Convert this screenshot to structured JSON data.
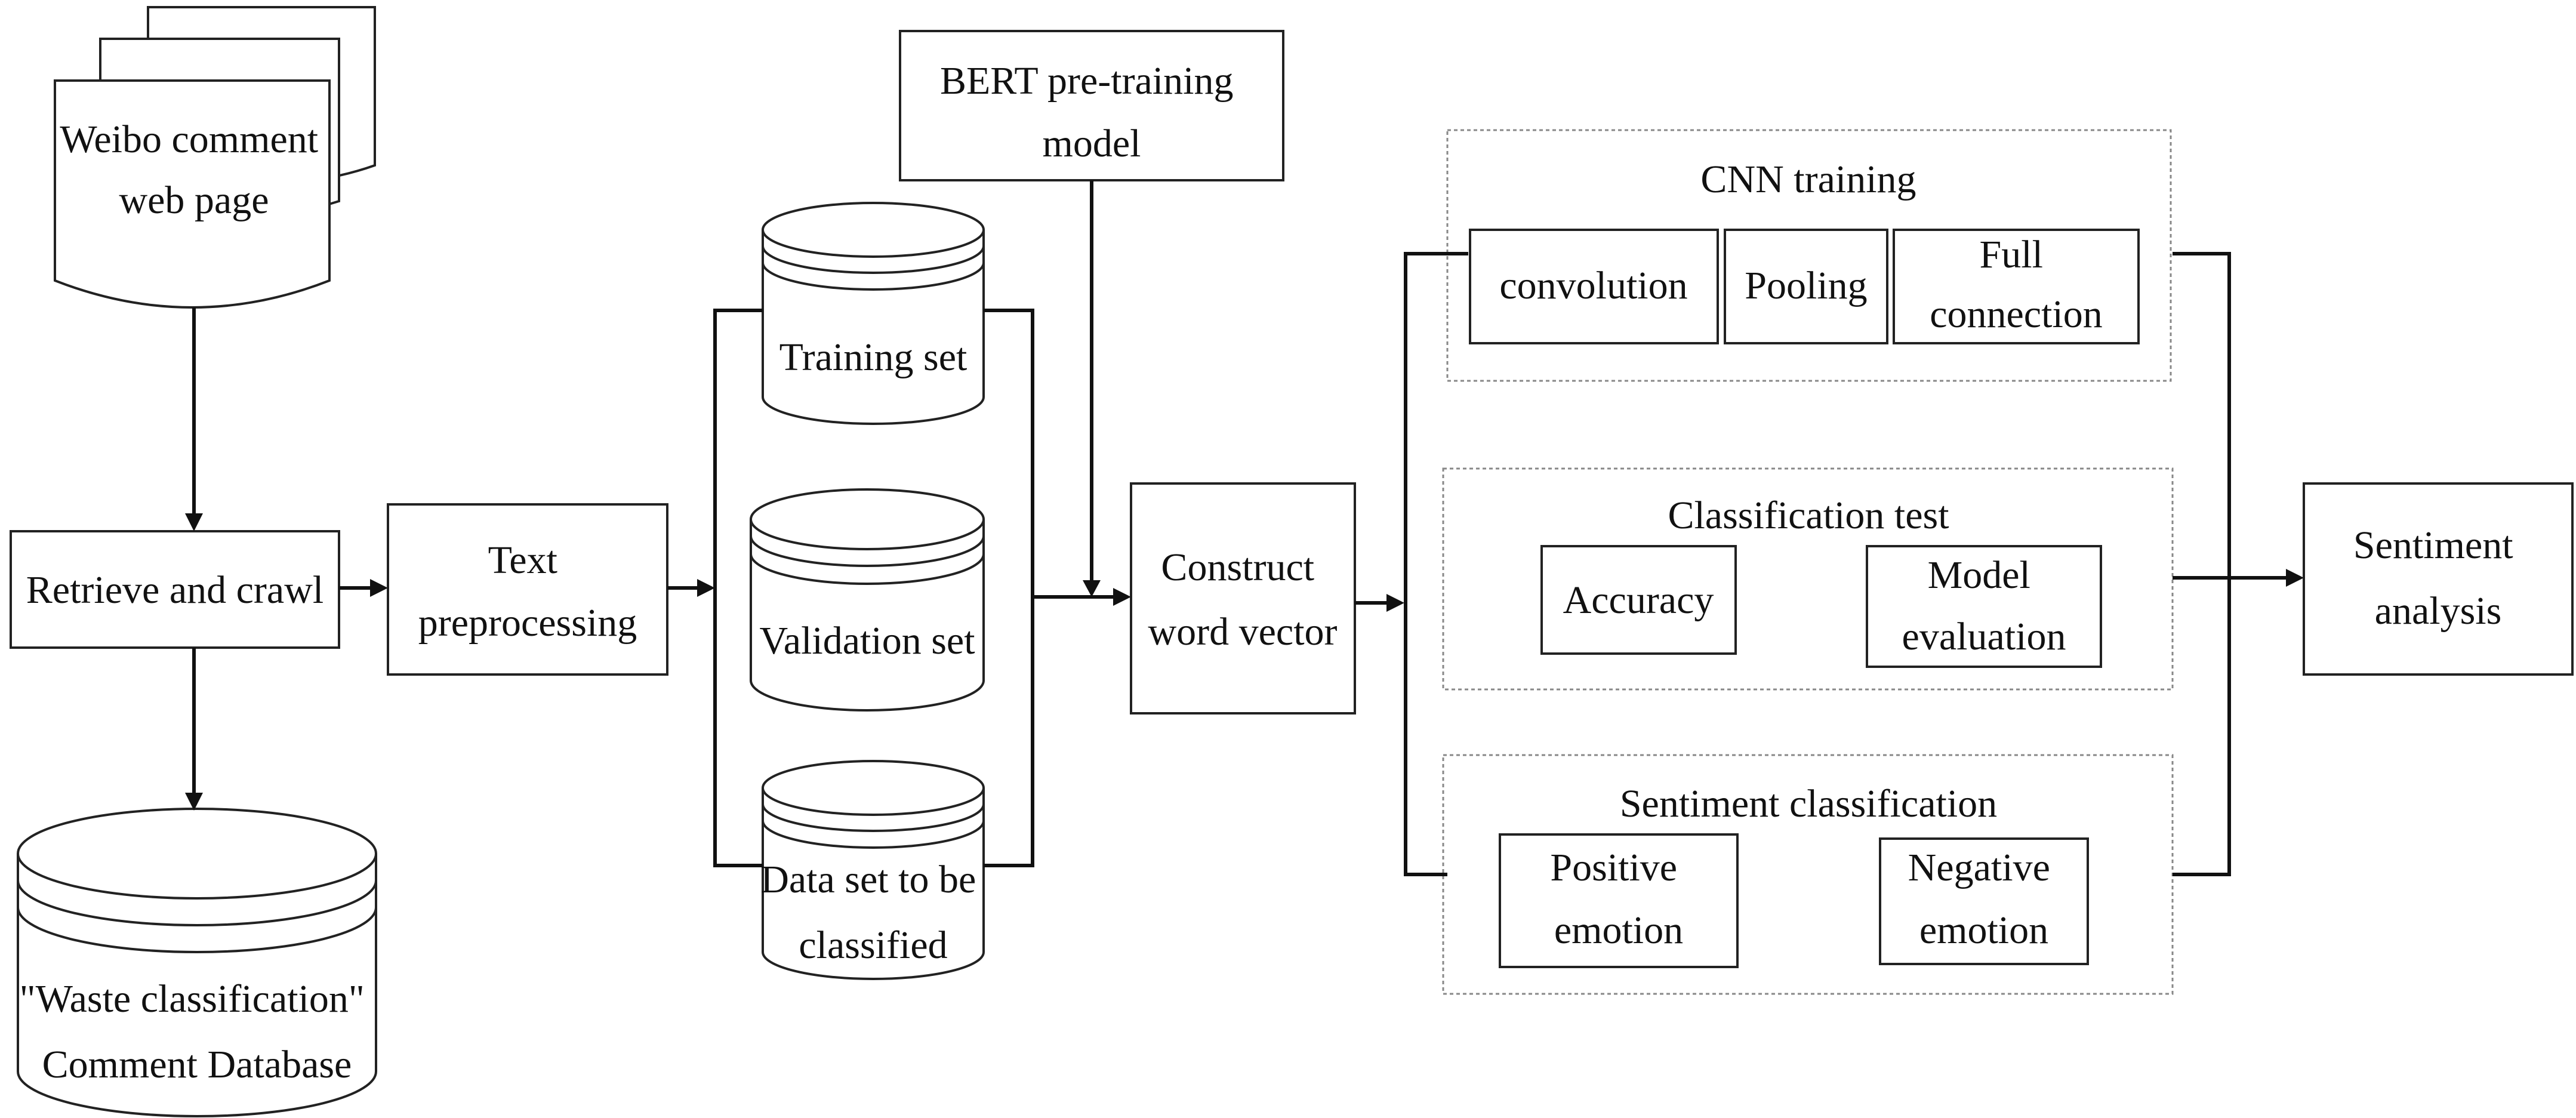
{
  "nodes": {
    "weibo_page": [
      "Weibo comment",
      "web page"
    ],
    "retrieve": [
      "Retrieve and crawl"
    ],
    "database": [
      "\"Waste classification\"",
      "Comment Database"
    ],
    "text_pre": [
      "Text",
      "preprocessing"
    ],
    "bert": [
      "BERT pre-training",
      "model"
    ],
    "training_set": [
      "Training set"
    ],
    "validation_set": [
      "Validation set"
    ],
    "dataset_classify": [
      "Data set to be",
      "classified"
    ],
    "construct": [
      "Construct",
      "word vector"
    ],
    "cnn_title": [
      "CNN training"
    ],
    "convolution": [
      "convolution"
    ],
    "pooling": [
      "Pooling"
    ],
    "full_conn": [
      "Full",
      "connection"
    ],
    "class_test_title": [
      "Classification test"
    ],
    "accuracy": [
      "Accuracy"
    ],
    "model_eval": [
      "Model",
      "evaluation"
    ],
    "sent_class_title": [
      "Sentiment classification"
    ],
    "positive": [
      "Positive",
      "emotion"
    ],
    "negative": [
      "Negative",
      "emotion"
    ],
    "sentiment": [
      "Sentiment",
      "analysis"
    ]
  }
}
